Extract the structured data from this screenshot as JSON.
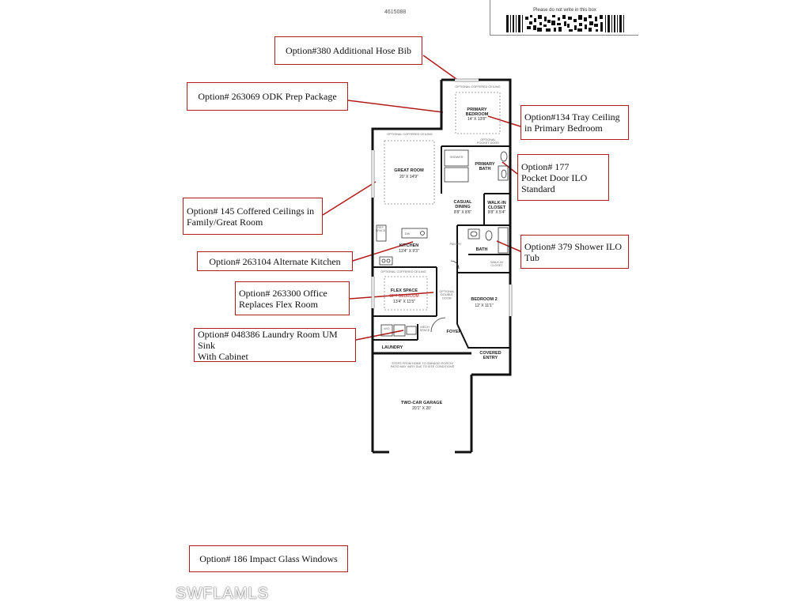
{
  "header": {
    "doc_id": "4615088",
    "barcode_note": "Please do not write in this box"
  },
  "callouts": {
    "hose_bib": "Option#380 Additional Hose Bib",
    "odk_prep": "Option# 263069 ODK Prep  Package",
    "tray_ceiling": "Option#134  Tray Ceiling\nin Primary Bedroom",
    "pocket_door": "Option# 177\nPocket Door ILO\nStandard",
    "coffered": "Option# 145 Coffered Ceilings in\nFamily/Great Room",
    "alt_kitchen": "Option# 263104 Alternate Kitchen",
    "shower": "Option# 379 Shower ILO\nTub",
    "office": "Option# 263300 Office\nReplaces Flex Room",
    "laundry": "Option# 048386 Laundry Room UM Sink\nWith Cabinet",
    "impact_glass": "Option# 186 Impact Glass Windows"
  },
  "rooms": {
    "primary_bedroom": "PRIMARY\nBEDROOM",
    "primary_bedroom_dim": "14' X 13'8\"",
    "opt_coffered_ceil_top": "OPTIONAL COFFERED CEILING",
    "opt_coffered_ceil_great": "OPTIONAL COFFERED CEILING",
    "opt_coffered_ceil_flex": "OPTIONAL COFFERED CEILING",
    "great_room": "GREAT ROOM",
    "great_room_dim": "20' X 14'9\"",
    "shower": "SHOWER",
    "primary_bath": "PRIMARY\nBATH",
    "optional_pocket_door": "OPTIONAL\nPOCKET DOOR",
    "casual_dining": "CASUAL\nDINING",
    "casual_dining_dim": "9'8\" X 8'6\"",
    "walk_in_closet": "WALK-IN\nCLOSET",
    "walk_in_closet_dim": "9'8\" X 5'4\"",
    "ref_space": "REF\nSPACE",
    "dw": "DW",
    "kitchen": "KITCHEN",
    "kitchen_dim": "13'4\" X 9'3\"",
    "pantry": "PANTRY",
    "bath": "BATH",
    "walk_in_closet_2": "WALK-IN\nCLOSET",
    "flex_space": "FLEX SPACE",
    "opt_bedroom": "OPT BEDROOM",
    "flex_dim": "13'4\" X 11'5\"",
    "optional_double_door": "OPTIONAL\nDOUBLE\nDOOR",
    "bedroom2": "BEDROOM 2",
    "bedroom2_dim": "12' X 11'1\"",
    "wd": "W/D",
    "mech_space": "MECH\nSPACE",
    "foyer": "FOYER",
    "laundry": "LAUNDRY",
    "covered_entry": "COVERED\nENTRY",
    "steps_note": "STEPS FROM HOME TO GARAGE/ PORCH/\nPATIO MAY VARY DUE TO SITE CONDITIONS",
    "garage": "TWO-CAR GARAGE",
    "garage_dim": "20'1\" X 20'"
  },
  "watermark": "SWFLAMLS",
  "colors": {
    "callout_border": "#b31b1b",
    "wall": "#111111"
  }
}
